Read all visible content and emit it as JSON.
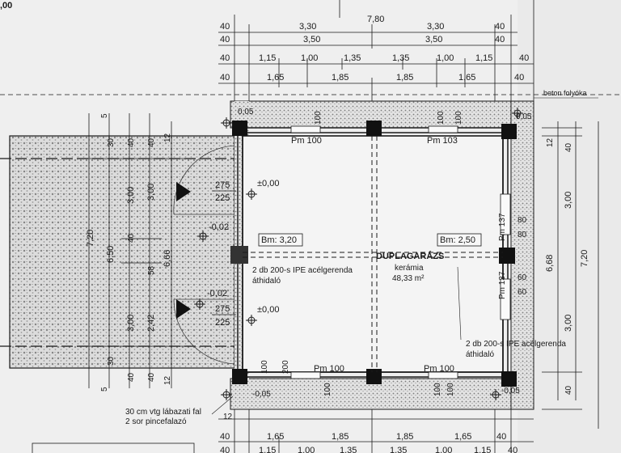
{
  "corner_label": ",00",
  "top_dims": {
    "row1": [
      "40",
      "3,30",
      "7,80",
      "3,30",
      "40"
    ],
    "row2": [
      "40",
      "3,50",
      "3,50",
      "40"
    ],
    "row3": [
      "40",
      "1,15",
      "1,00",
      "1,35",
      "1,35",
      "1,00",
      "1,15",
      "40"
    ],
    "row4": [
      "40",
      "1,65",
      "1,85",
      "1,85",
      "1,65",
      "40"
    ]
  },
  "bottom_dims": {
    "row1": [
      "12"
    ],
    "row2": [
      "40",
      "1,65",
      "1,85",
      "1,85",
      "1,65",
      "40"
    ],
    "row3": [
      "40",
      "1,15",
      "1,00",
      "1,35",
      "1,35",
      "1,00",
      "1,15",
      "40"
    ]
  },
  "left_dims": {
    "col1": [
      "7,20"
    ],
    "col2": [
      "30",
      "6,50",
      "30"
    ],
    "col3": [
      "40",
      "3,00",
      "40",
      "3,00",
      "40"
    ],
    "col4": [
      "40",
      "3,00",
      "58",
      "2,42",
      "40"
    ],
    "col5": [
      "12",
      "6,66",
      "12"
    ],
    "col_top": [
      "5",
      "5"
    ]
  },
  "right_dims": {
    "col1": [
      "12",
      "40",
      "3,00",
      "6,68",
      "3,00",
      "40"
    ],
    "col2": [
      "7,20"
    ],
    "offsets": [
      "0,05",
      "0,05"
    ]
  },
  "labels": {
    "beton_folyoka": "beton folyóka",
    "pm_top_left": "Pm 100",
    "pm_top_right": "Pm 103",
    "pm_bot_left": "Pm 100",
    "pm_bot_right": "Pm 100",
    "pm_right_top": "Pm 137",
    "pm_right_bot": "Pm 137",
    "bm_left": "Bm: 3,20",
    "bm_right": "Bm: 2,50",
    "room_name": "DUPLAGARÁZS",
    "room_floor": "kerámia",
    "room_area": "48,33 m²",
    "beam_left_1": "2 db 200-s IPE acélgerenda",
    "beam_left_2": "áthidaló",
    "beam_right_1": "2 db 200-s IPE acélgerenda",
    "beam_right_2": "áthidaló",
    "wall_note_1": "30 cm vtg lábazati fal",
    "wall_note_2": "2 sor pincefalazó",
    "level_1": "±0,00",
    "level_2": "±0,00",
    "level_3": "-0,02",
    "level_4": "-0,02",
    "level_5": "-0,05",
    "level_6": "-0,05",
    "level_7": "0,05",
    "level_8": "0,05",
    "dim_275_a": "275",
    "dim_225_a": "225",
    "dim_275_b": "275",
    "dim_225_b": "225",
    "sill_100": "100",
    "sill_80": "80",
    "sill_60": "60",
    "sill_200": "200"
  },
  "colors": {
    "line": "#1a1a1a",
    "paper": "#efefef",
    "hatch": "#9a9a9a"
  }
}
